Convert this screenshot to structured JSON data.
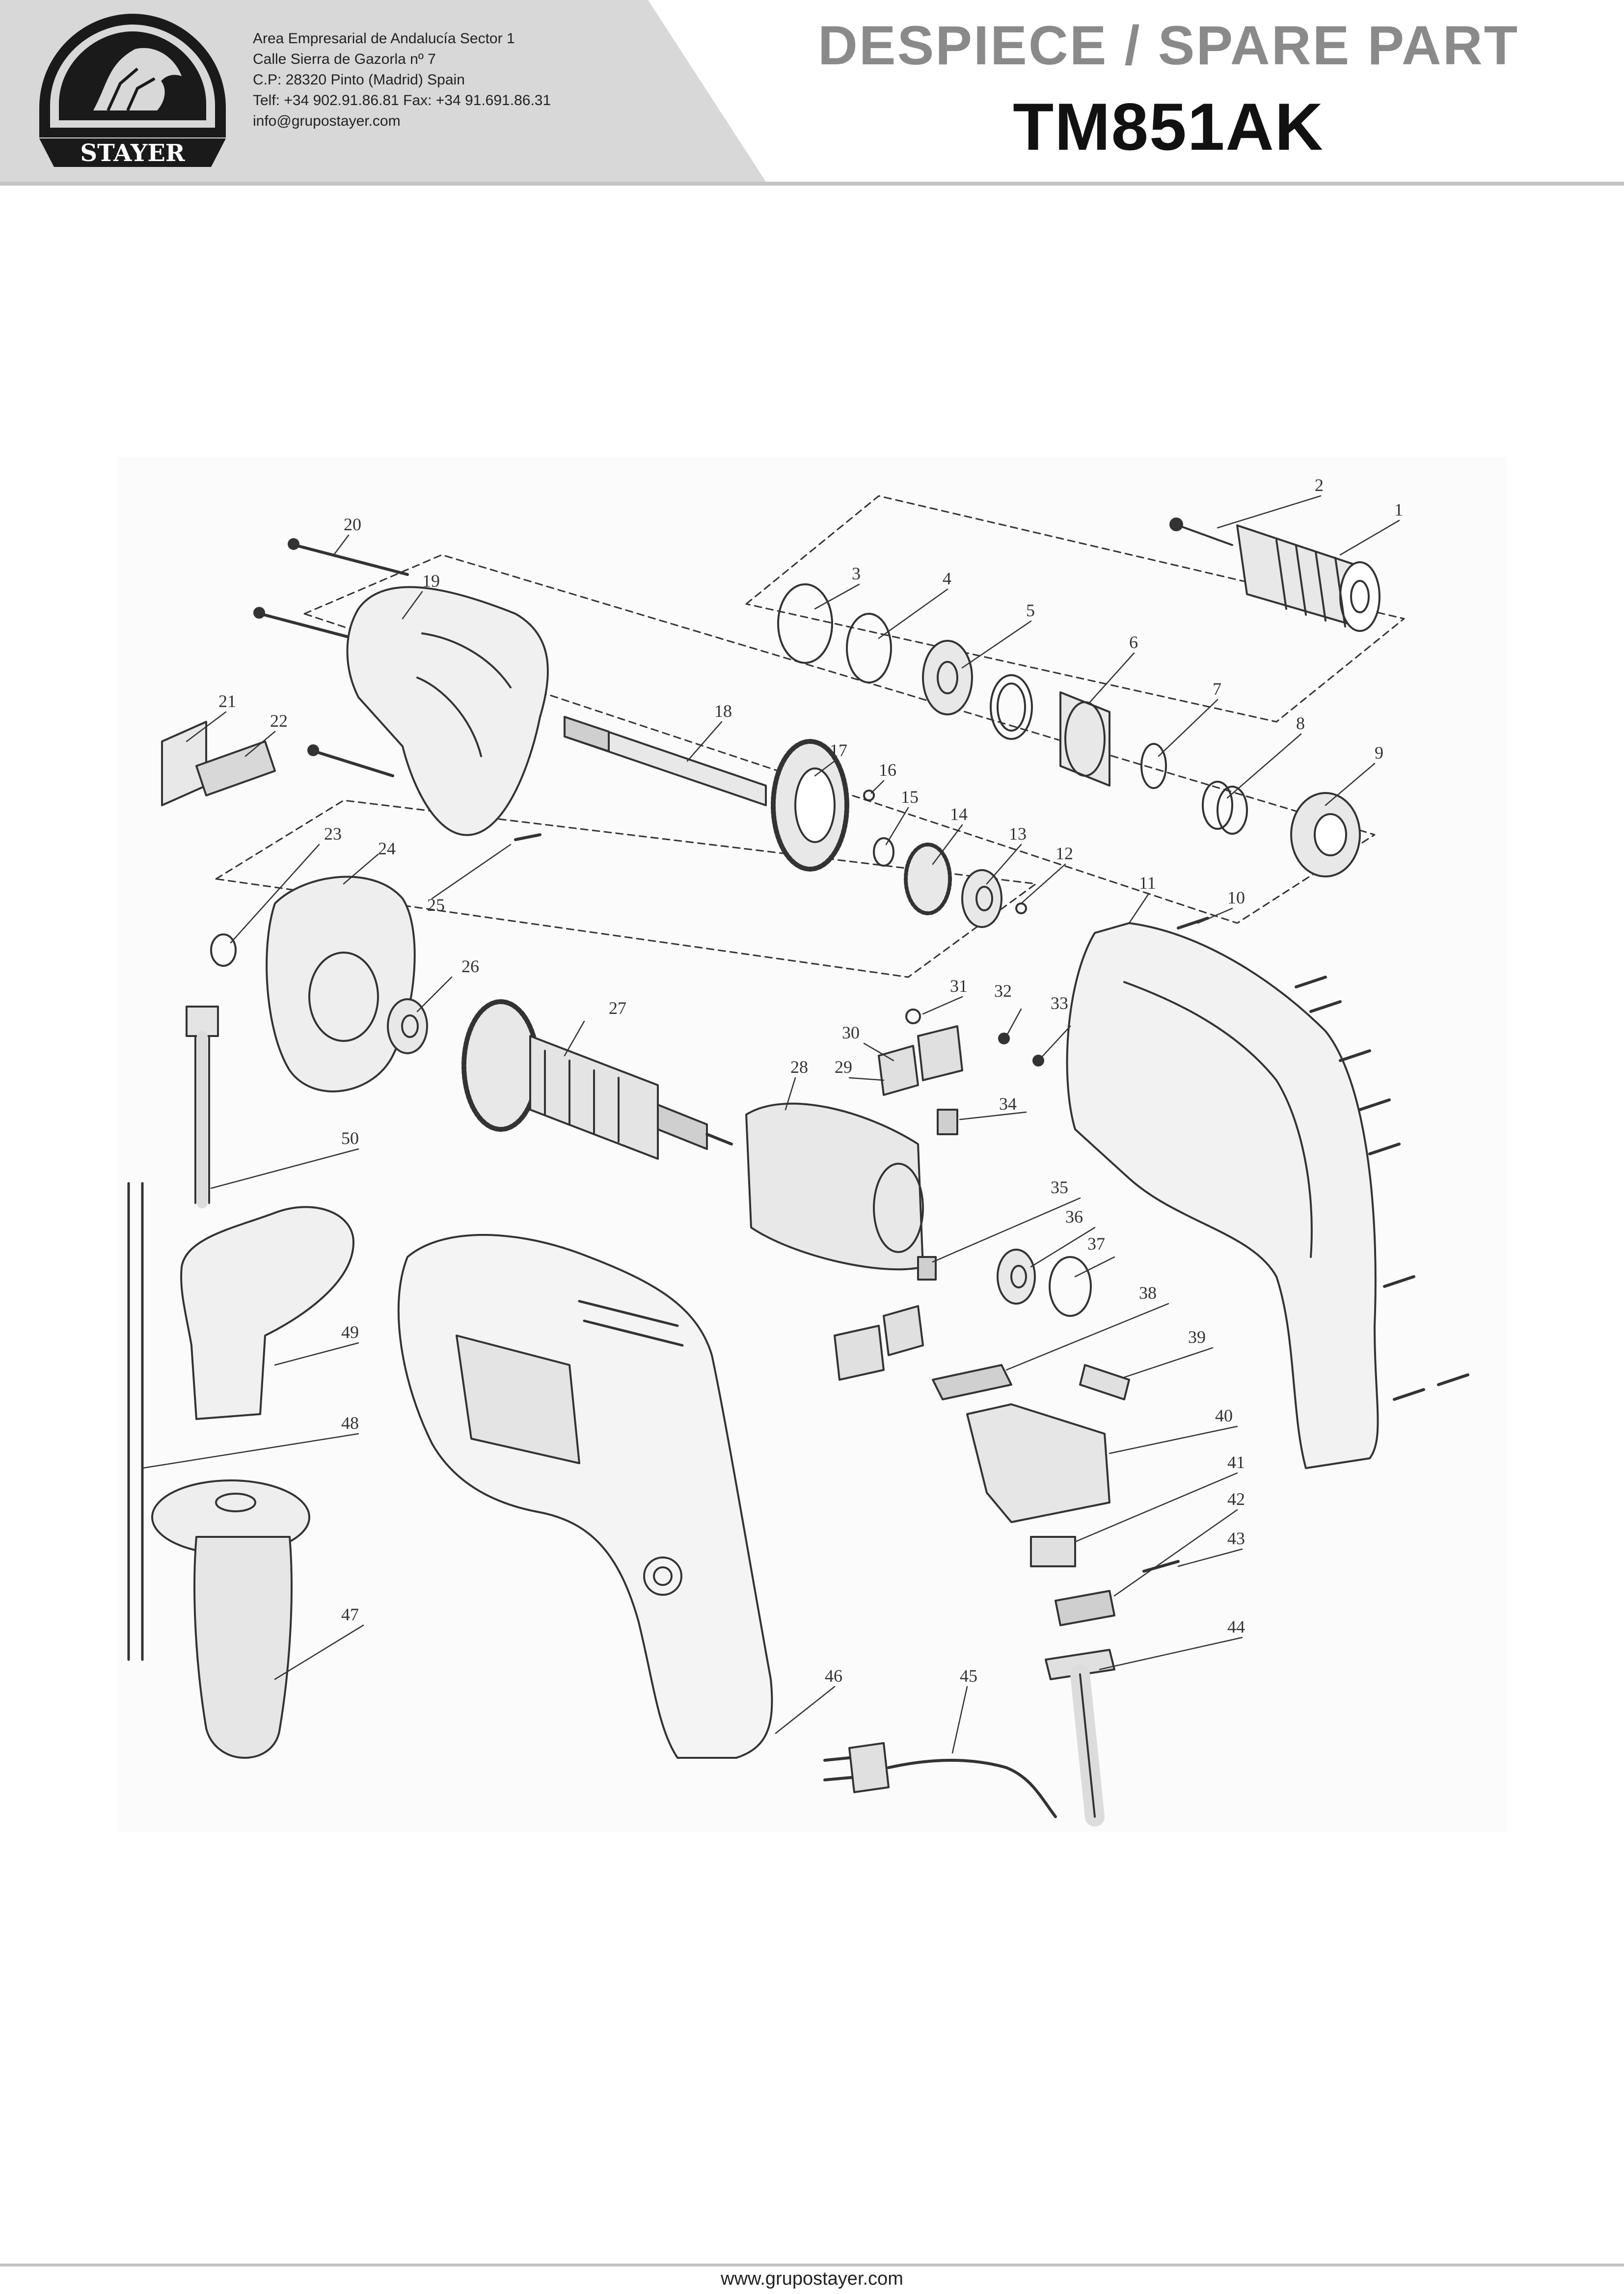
{
  "header": {
    "brand": "STAYER",
    "company_lines": [
      "Area Empresarial de Andalucía Sector 1",
      "Calle Sierra de Gazorla nº 7",
      "C.P: 28320 Pinto (Madrid) Spain",
      "Telf: +34 902.91.86.81 Fax: +34 91.691.86.31",
      "info@grupostayer.com"
    ],
    "title": "DESPIECE / SPARE PART",
    "model": "TM851AK"
  },
  "diagram": {
    "callouts": [
      "1",
      "2",
      "3",
      "4",
      "5",
      "6",
      "7",
      "8",
      "9",
      "10",
      "11",
      "12",
      "13",
      "14",
      "15",
      "16",
      "17",
      "18",
      "19",
      "20",
      "21",
      "22",
      "23",
      "24",
      "25",
      "26",
      "27",
      "28",
      "29",
      "30",
      "31",
      "32",
      "33",
      "34",
      "35",
      "36",
      "37",
      "38",
      "39",
      "40",
      "41",
      "42",
      "43",
      "44",
      "45",
      "46",
      "47",
      "48",
      "49",
      "50"
    ]
  },
  "footer": {
    "url": "www.grupostayer.com"
  },
  "colors": {
    "header_band": "#d8d8d8",
    "title_gray": "#8a8a8a",
    "line": "#333333"
  }
}
